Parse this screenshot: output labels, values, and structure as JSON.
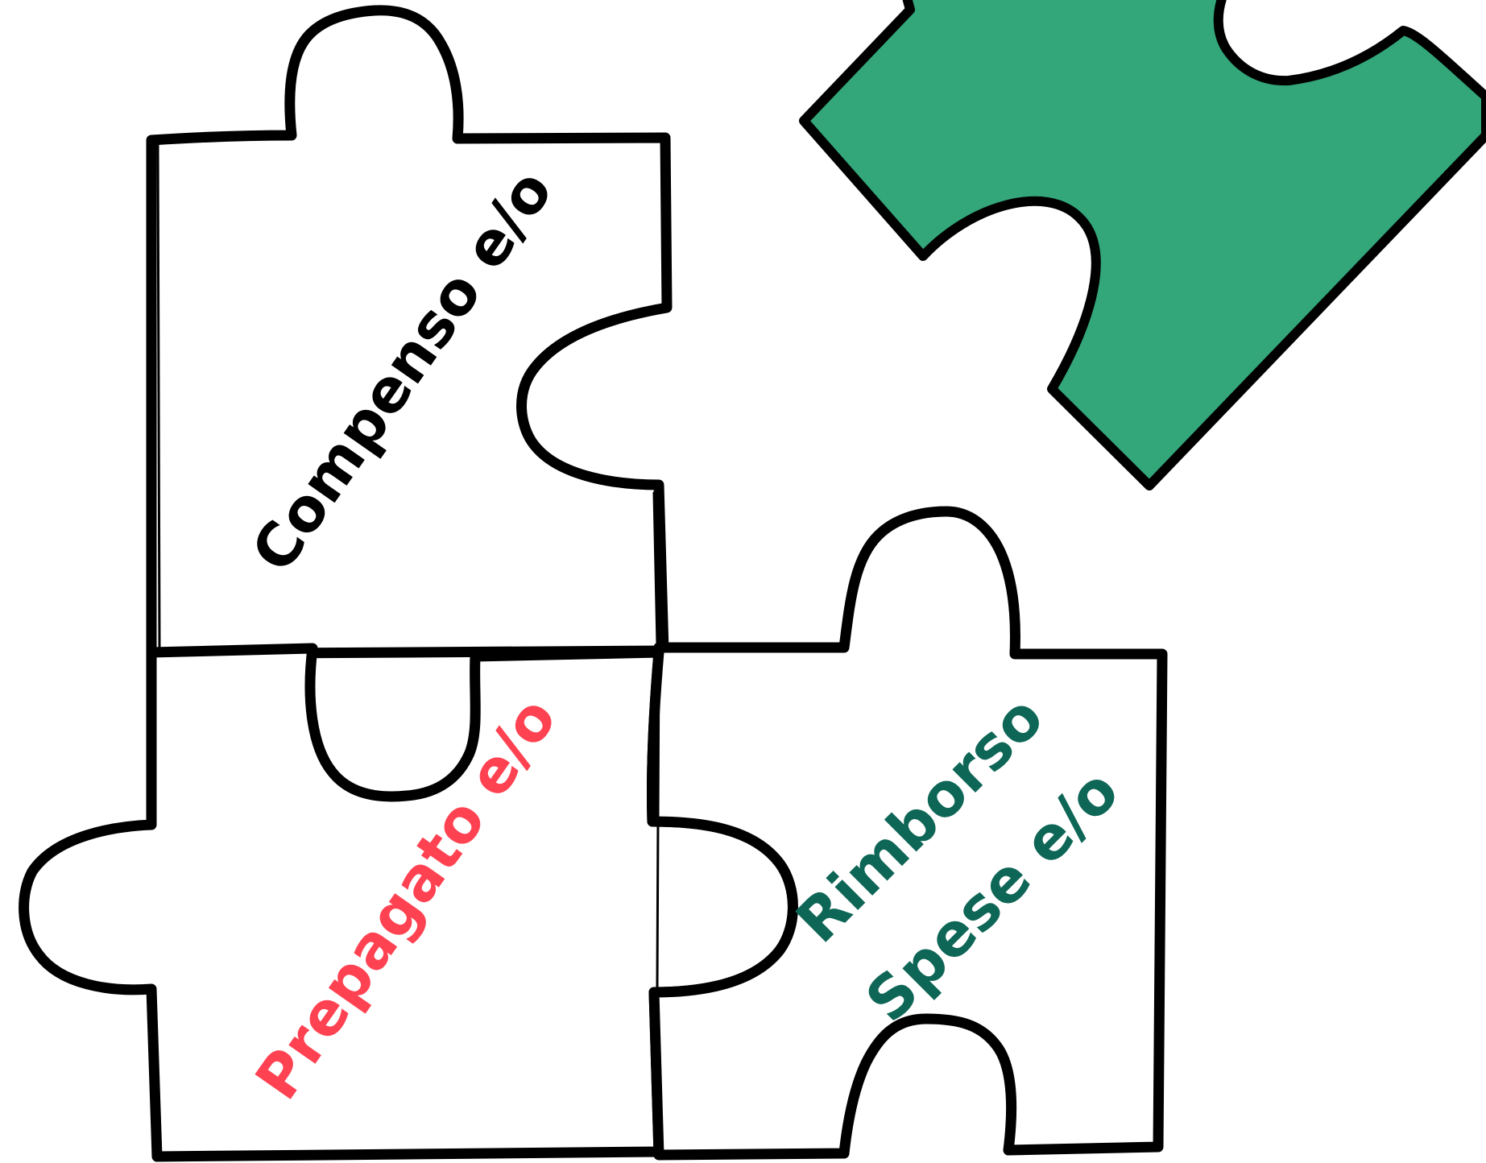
{
  "pieces": {
    "top_left": {
      "label": "Compenso e/o",
      "color": "#000000"
    },
    "bottom_left": {
      "label": "Prepagato e/o",
      "color": "#ff4252"
    },
    "bottom_right": {
      "line1": "Rimborso",
      "line2": "Spese e/o",
      "color": "#0e6656"
    },
    "green_piece": {
      "color": "#33a67a"
    }
  }
}
